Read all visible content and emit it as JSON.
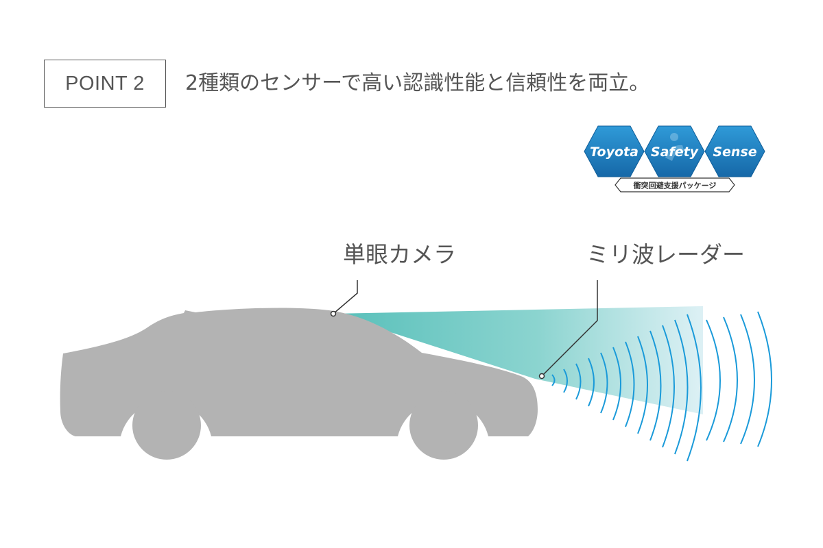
{
  "header": {
    "point_label": "POINT 2",
    "headline": "2種類のセンサーで高い認識性能と信頼性を両立。"
  },
  "logo": {
    "words": [
      "Toyota",
      "Safety",
      "Sense"
    ],
    "subtitle": "衝突回避支援パッケージ",
    "color": "#1a7fc1"
  },
  "labels": {
    "camera": "単眼カメラ",
    "radar": "ミリ波レーダー"
  },
  "colors": {
    "text": "#555555",
    "car": "#b3b3b3",
    "camera_beam": "#5cc2bd",
    "radar_wave": "#1a9ad9",
    "leader_line": "#333333"
  }
}
